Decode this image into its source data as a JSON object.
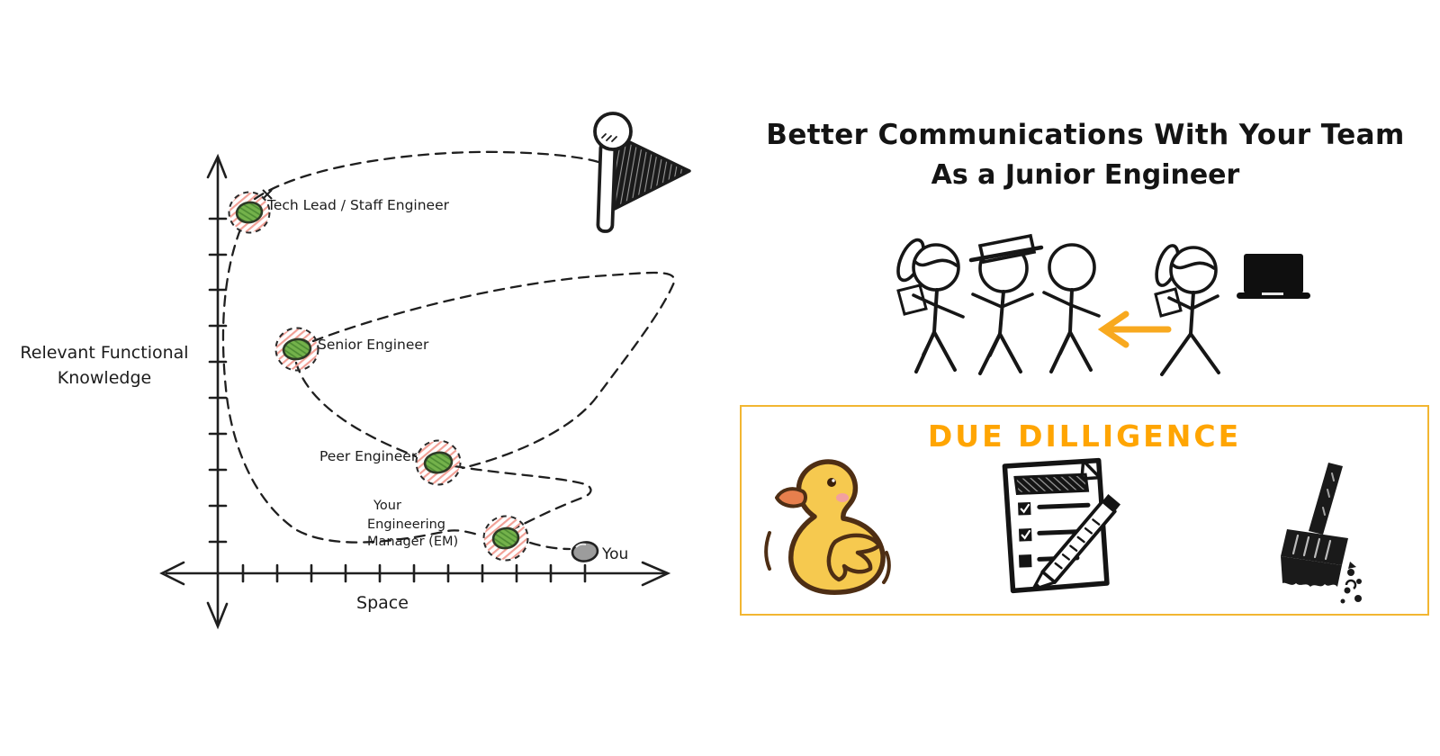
{
  "colors": {
    "ink": "#1c1c1c",
    "accent_orange_heading": "#FFA502",
    "box_border_orange": "#F2B632",
    "arrow_orange": "#F8A91F",
    "teammate_dot_green": "#74b24b",
    "teammate_dot_green_hatch": "#4c8a32",
    "teammate_halo_pink": "#f2a096",
    "you_dot_gray": "#9c9c9c",
    "duck_yellow": "#F6C94F",
    "duck_outline_brown": "#4E2E14",
    "duck_beak_orange": "#E77F4D",
    "duck_cheek_pink": "#F2A0A0"
  },
  "chart": {
    "y_axis_label": [
      "Relevant Functional",
      "Knowledge"
    ],
    "x_axis_label": "Space",
    "points": [
      {
        "label": "Tech Lead / Staff Engineer",
        "type": "teammate"
      },
      {
        "label": "Senior Engineer",
        "type": "teammate"
      },
      {
        "label": "Peer Engineer",
        "type": "teammate"
      },
      {
        "label": "Your Engineering Manager (EM)",
        "label_lines": [
          "Your",
          "Engineering",
          "Manager (EM)"
        ],
        "type": "teammate"
      },
      {
        "label": "You",
        "type": "you"
      }
    ],
    "goal_icon": "finish-flag"
  },
  "chart_data": {
    "type": "scatter",
    "xlabel": "Space",
    "ylabel": "Relevant Functional Knowledge",
    "points": [
      {
        "label": "Tech Lead / Staff Engineer",
        "x": 1.0,
        "y": 9.9
      },
      {
        "label": "Senior Engineer",
        "x": 2.5,
        "y": 6.1
      },
      {
        "label": "Peer Engineer",
        "x": 7.0,
        "y": 2.9
      },
      {
        "label": "Your Engineering Manager (EM)",
        "x": 8.9,
        "y": 0.9
      },
      {
        "label": "You",
        "x": 11.3,
        "y": 0.6
      }
    ],
    "path_order": [
      "You",
      "Your Engineering Manager (EM)",
      "Peer Engineer",
      "Senior Engineer",
      "Tech Lead / Staff Engineer",
      "finish-flag"
    ],
    "axes": {
      "x_ticks_count": 11,
      "y_ticks_count": 10,
      "grid": false,
      "style": "hand-drawn dashed winding path"
    }
  },
  "right": {
    "title_lines": [
      "Better Communications With Your Team",
      "As a Junior Engineer"
    ],
    "figures": [
      "person-with-ponytail-holding-notes",
      "person-with-hat",
      "person",
      "person-with-ponytail-holding-notes"
    ],
    "arrow_direction": "left",
    "laptop": "laptop-icon",
    "box": {
      "heading": "DUE DILLIGENCE",
      "icons": [
        "rubber-duck",
        "checklist-with-pencil",
        "sweeping-brush"
      ]
    }
  }
}
